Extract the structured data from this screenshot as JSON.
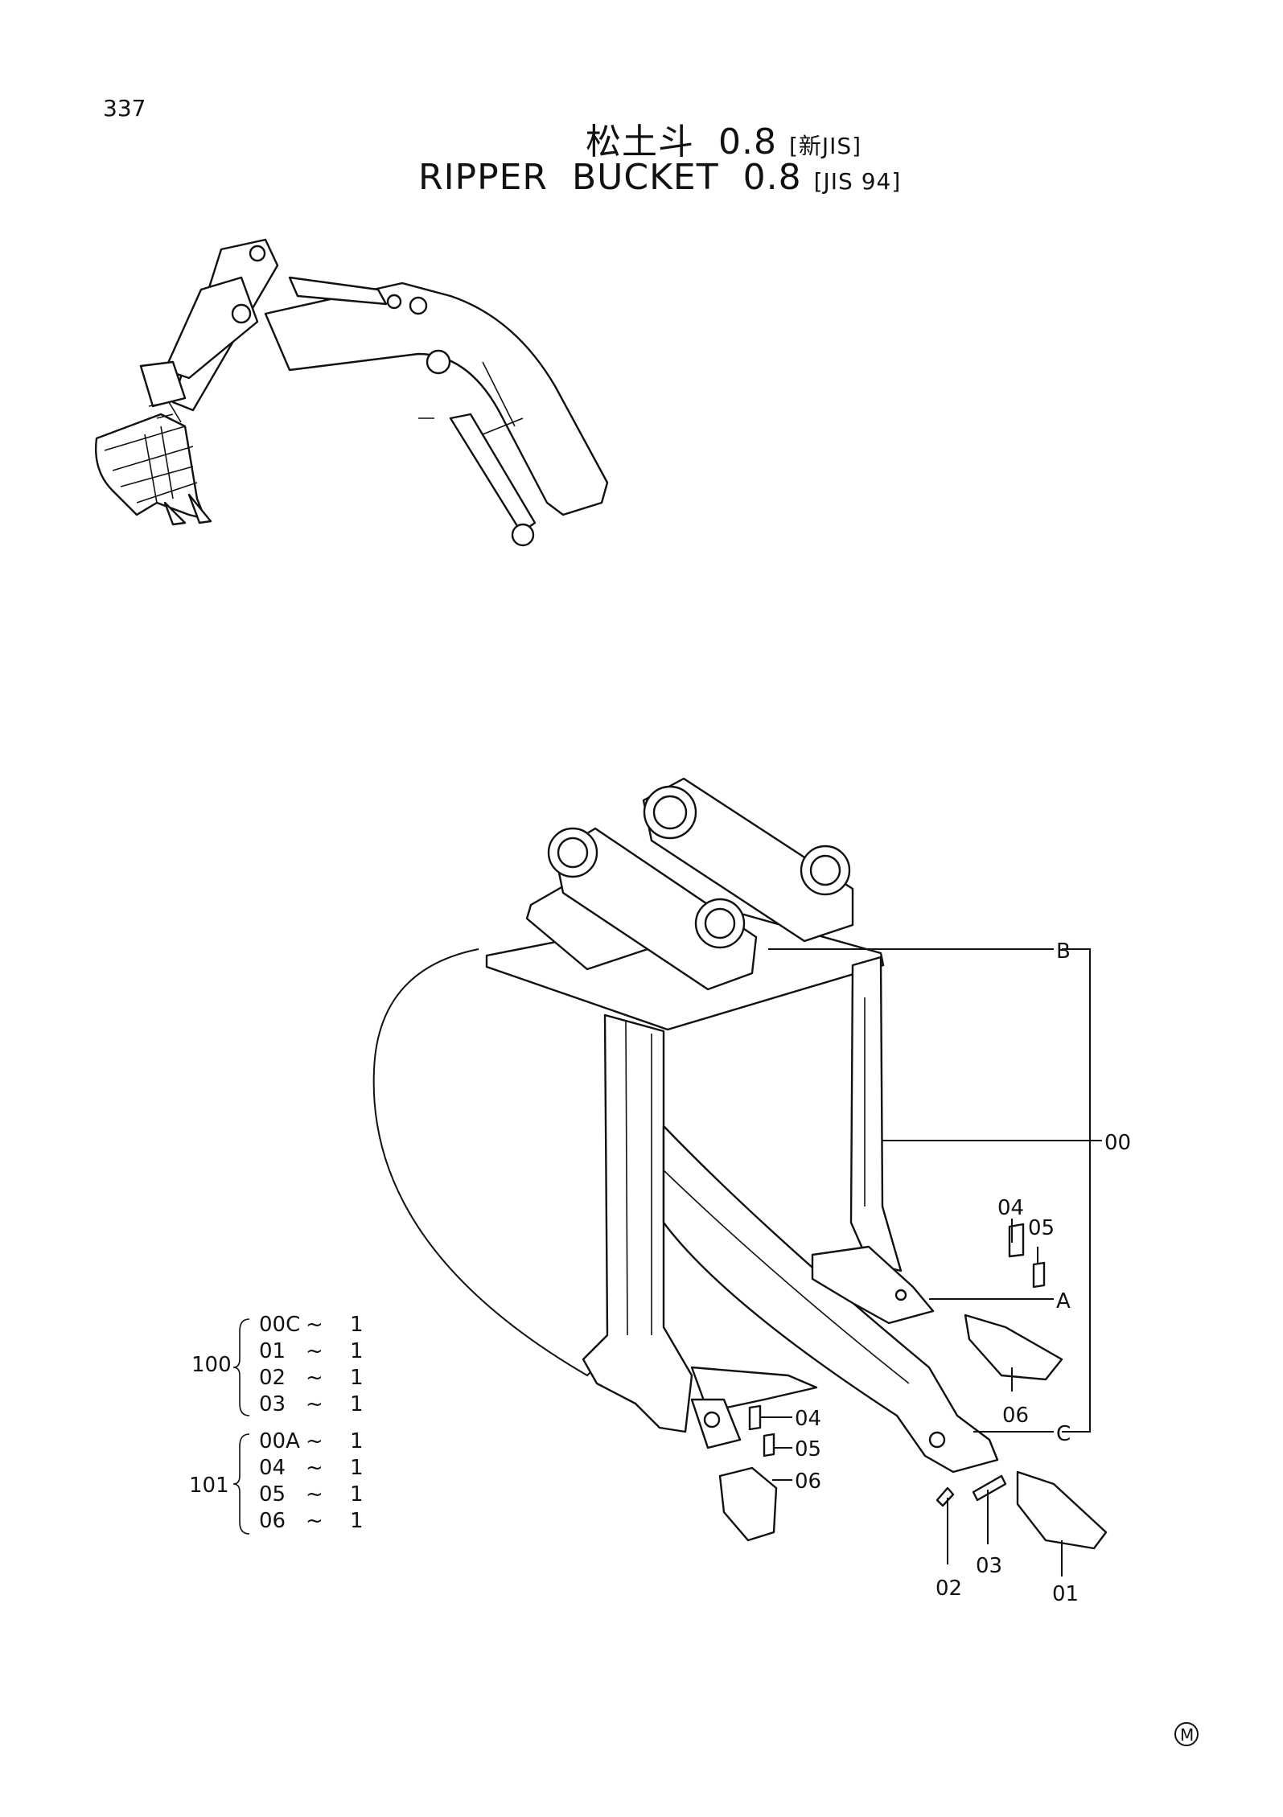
{
  "page_number": "337",
  "title_cn": {
    "main": "松土斗",
    "size": "0.8",
    "std": "[新JIS]"
  },
  "title_en": {
    "main": "RIPPER  BUCKET",
    "size": "0.8",
    "std": "[JIS 94]"
  },
  "callouts": {
    "B": "B",
    "A": "A",
    "C": "C",
    "00": "00",
    "p04_top": "04",
    "p05_top": "05",
    "p06_mid": "06",
    "p04_left": "04",
    "p05_left": "05",
    "p06_left": "06",
    "p01": "01",
    "p02": "02",
    "p03": "03"
  },
  "groups": [
    {
      "id": "100",
      "rows": [
        {
          "part": "00C",
          "sep": "~",
          "qty": "1"
        },
        {
          "part": "01",
          "sep": "~",
          "qty": "1"
        },
        {
          "part": "02",
          "sep": "~",
          "qty": "1"
        },
        {
          "part": "03",
          "sep": "~",
          "qty": "1"
        }
      ]
    },
    {
      "id": "101",
      "rows": [
        {
          "part": "00A",
          "sep": "~",
          "qty": "1"
        },
        {
          "part": "04",
          "sep": "~",
          "qty": "1"
        },
        {
          "part": "05",
          "sep": "~",
          "qty": "1"
        },
        {
          "part": "06",
          "sep": "~",
          "qty": "1"
        }
      ]
    }
  ],
  "mark": "M"
}
